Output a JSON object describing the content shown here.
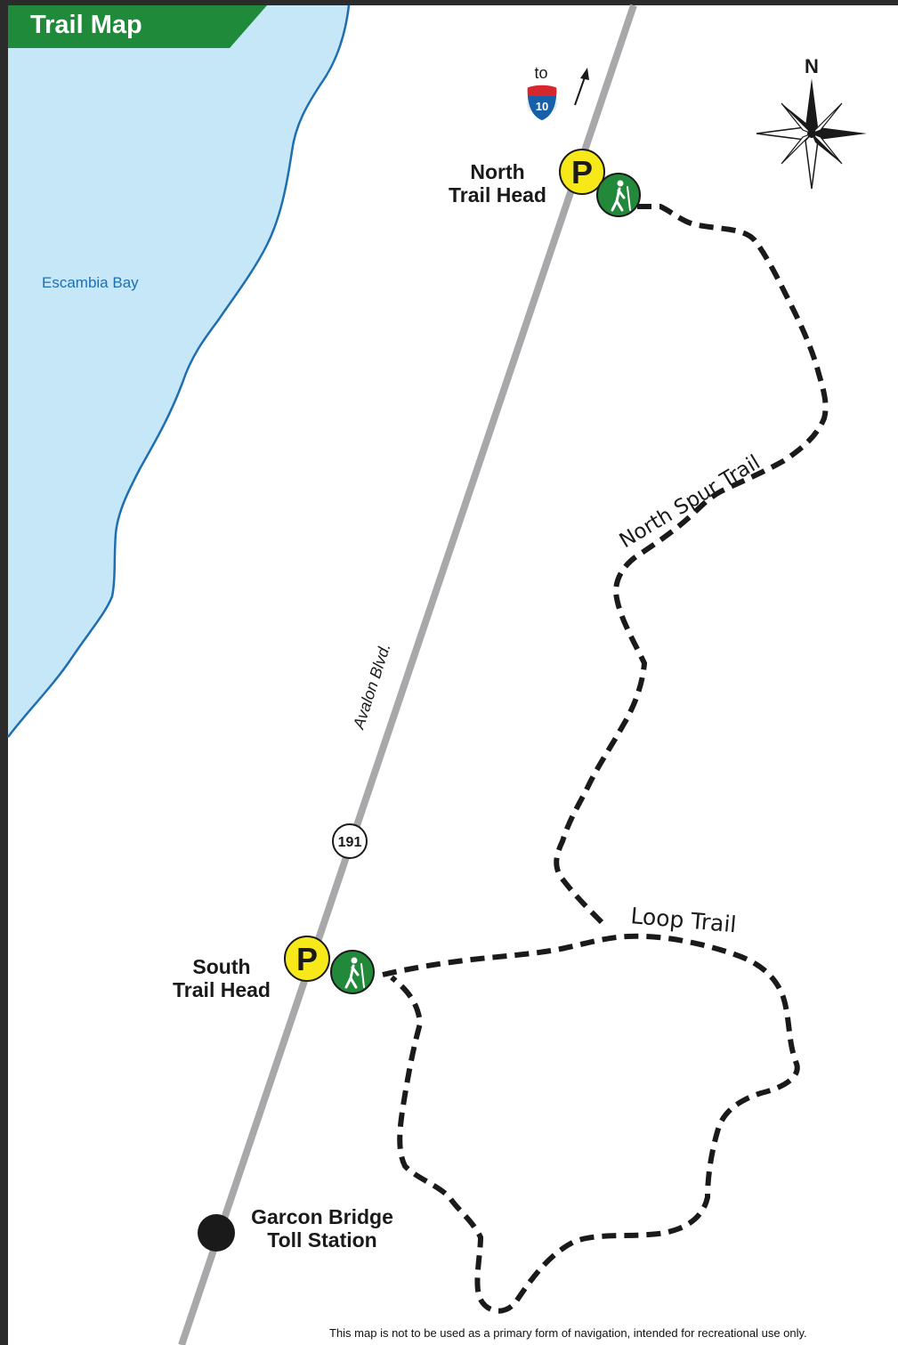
{
  "map": {
    "title": "Trail Map",
    "water_label": "Escambia Bay",
    "road_label": "Avalon Blvd.",
    "route_number": "191",
    "interstate": {
      "to_label": "to",
      "number": "10"
    },
    "compass_label": "N",
    "trailheads": [
      {
        "id": "north",
        "line1": "North",
        "line2": "Trail Head",
        "parking": "P"
      },
      {
        "id": "south",
        "line1": "South",
        "line2": "Trail Head",
        "parking": "P"
      }
    ],
    "landmark": {
      "line1": "Garcon Bridge",
      "line2": "Toll Station"
    },
    "trails": [
      {
        "name": "North Spur Trail"
      },
      {
        "name": "Loop Trail"
      }
    ],
    "disclaimer": "This map is not to be used as a primary form of navigation, intended for recreational use only.",
    "colors": {
      "water": "#c6e7f7",
      "shore": "#1f6fb0",
      "road": "#a8a8aa",
      "title_bg": "#1f8a3a",
      "parking": "#f7e81a",
      "hiker": "#22883a",
      "interstate_red": "#d6262e",
      "interstate_blue": "#1560a8"
    }
  }
}
